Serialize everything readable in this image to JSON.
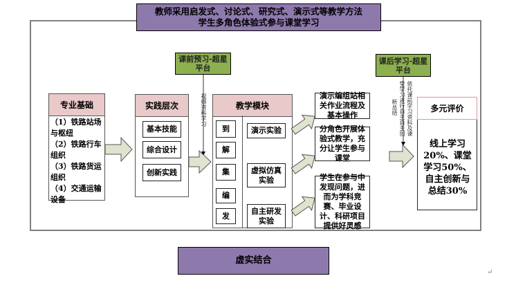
{
  "header": {
    "line1": "教师采用启发式、讨论式、研究式、演示式等教学方法",
    "line2": "学生多角色体验式参与课堂学习"
  },
  "footer": {
    "label": "虚实结合"
  },
  "pre_class": {
    "title_line1": "课前预习-超星",
    "title_line2": "平台",
    "note": "视频资料学习"
  },
  "post_class": {
    "title_line1": "课后学习-超星",
    "title_line2": "平台",
    "note_col1": "依托课前学习资料及课",
    "note_col2": "堂学习进行自主自主创",
    "note_col3": "新总结"
  },
  "foundation": {
    "title": "专业基础",
    "items": [
      "（1）铁路站场与枢纽",
      "（2）铁路行车组织",
      "（3）铁路货运组织",
      "（4）交通运输设备"
    ]
  },
  "practice": {
    "title": "实践层次",
    "items": [
      "基本技能",
      "综合设计",
      "创新实践"
    ]
  },
  "teaching": {
    "title": "教学模块",
    "steps": [
      "到",
      "解",
      "集",
      "编",
      "发"
    ],
    "modules": [
      "演示实验",
      "虚拟仿真实验",
      "自主研发实验"
    ]
  },
  "outcomes": [
    "演示编组站相关作业流程及基本操作",
    "分角色开展体验式教学，充分让学生参与课堂",
    "学生在参与中发现问题，进而为学科竞赛、毕业设计、科研项目提供好灵感"
  ],
  "evaluation": {
    "title": "多元评价",
    "body": "线上学习20%、课堂学习50%、自主创新与总结30%"
  },
  "colors": {
    "purple": "#8e79ad",
    "green": "#8db04f",
    "pink_header": "#e9c9c9",
    "arrow_fill": "#dfe3cf"
  }
}
